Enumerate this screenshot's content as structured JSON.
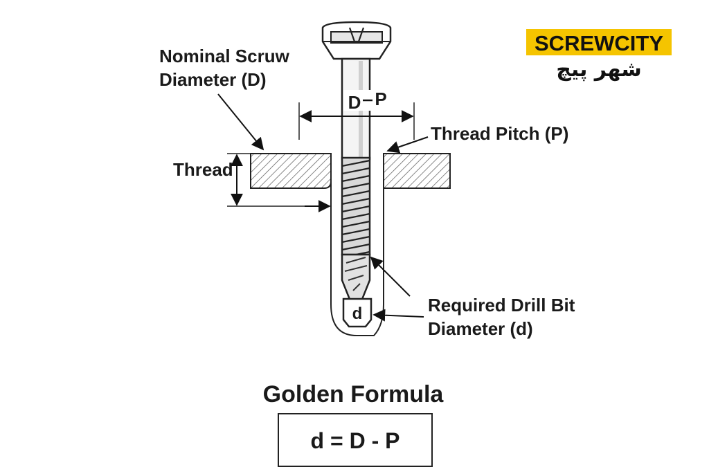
{
  "brand": {
    "name": "SCREWCITY",
    "arabic": "شهر پیچ",
    "accent": "#f5c400"
  },
  "labels": {
    "nominal_line1": "Nominal Scruw",
    "nominal_line2": "Diameter (D)",
    "thread": "Thread",
    "thread_pitch": "Thread Pitch (P)",
    "dp_d": "D",
    "dp_p": "P",
    "drill_line1": "Required Drill Bit",
    "drill_line2": "Diameter (d)",
    "tip_d": "d"
  },
  "formula": {
    "title": "Golden Formula",
    "expression": "d = D - P"
  }
}
